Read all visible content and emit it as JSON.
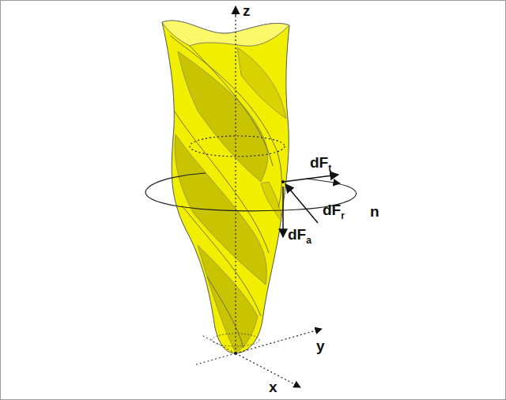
{
  "diagram": {
    "labels": [
      "z",
      "n",
      "dFt",
      "dFr",
      "dFa",
      "y",
      "x"
    ]
  }
}
